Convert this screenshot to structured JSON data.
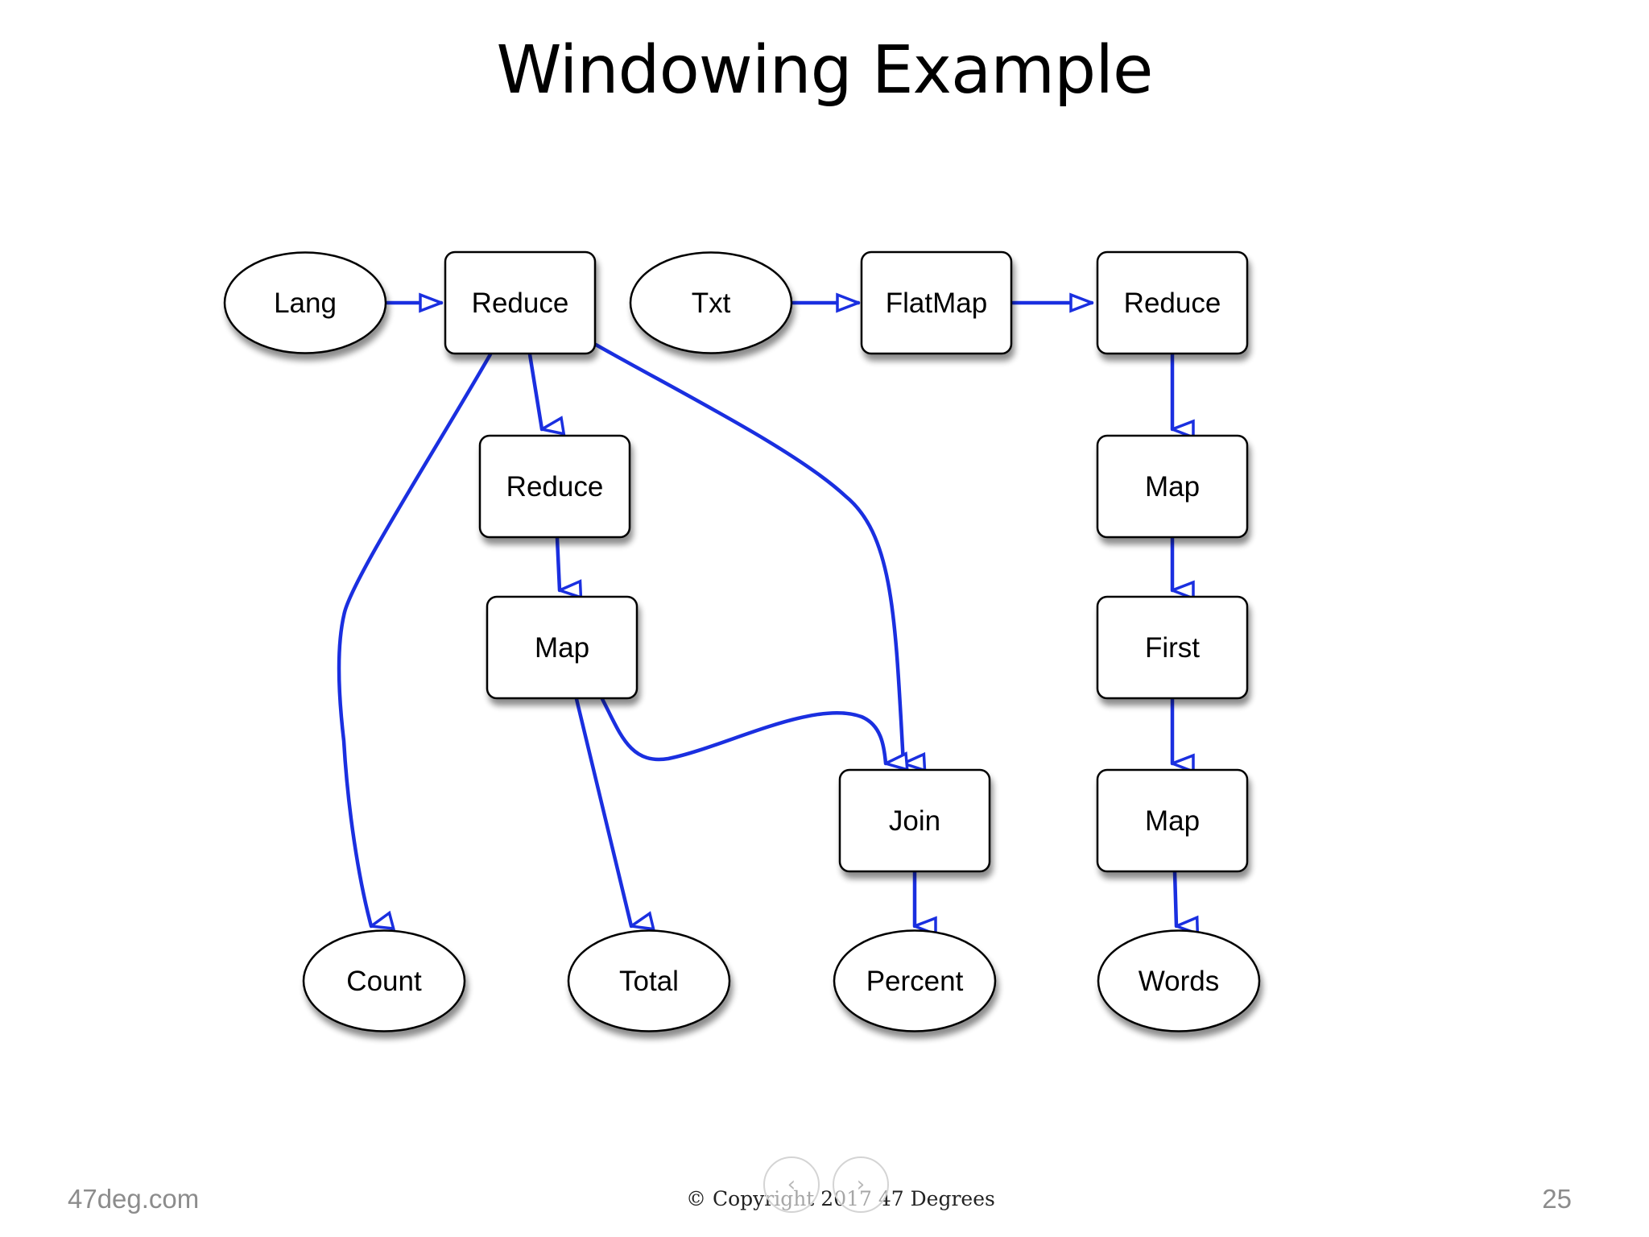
{
  "slide": {
    "title": "Windowing Example",
    "footer_left": "47deg.com",
    "footer_center": "Copyright 2017  47 Degrees",
    "footer_copyright_symbol": "©",
    "page_number": "25"
  },
  "nav": {
    "prev_icon": "chevron-left-icon",
    "next_icon": "chevron-right-icon",
    "prev_glyph": "‹",
    "next_glyph": "›"
  },
  "colors": {
    "edge": "#1a2fe0",
    "node_stroke": "#000000",
    "node_fill": "#ffffff"
  },
  "diagram": {
    "nodes": [
      {
        "id": "lang",
        "label": "Lang",
        "shape": "ellipse"
      },
      {
        "id": "reduce1",
        "label": "Reduce",
        "shape": "box"
      },
      {
        "id": "txt",
        "label": "Txt",
        "shape": "ellipse"
      },
      {
        "id": "flatmap",
        "label": "FlatMap",
        "shape": "box"
      },
      {
        "id": "reduce2",
        "label": "Reduce",
        "shape": "box"
      },
      {
        "id": "reduce3",
        "label": "Reduce",
        "shape": "box"
      },
      {
        "id": "map1",
        "label": "Map",
        "shape": "box"
      },
      {
        "id": "map2",
        "label": "Map",
        "shape": "box"
      },
      {
        "id": "first",
        "label": "First",
        "shape": "box"
      },
      {
        "id": "join",
        "label": "Join",
        "shape": "box"
      },
      {
        "id": "map3",
        "label": "Map",
        "shape": "box"
      },
      {
        "id": "count",
        "label": "Count",
        "shape": "ellipse"
      },
      {
        "id": "total",
        "label": "Total",
        "shape": "ellipse"
      },
      {
        "id": "percent",
        "label": "Percent",
        "shape": "ellipse"
      },
      {
        "id": "words",
        "label": "Words",
        "shape": "ellipse"
      }
    ],
    "edges": [
      {
        "from": "lang",
        "to": "reduce1"
      },
      {
        "from": "txt",
        "to": "flatmap"
      },
      {
        "from": "flatmap",
        "to": "reduce2"
      },
      {
        "from": "reduce1",
        "to": "reduce3"
      },
      {
        "from": "reduce1",
        "to": "count"
      },
      {
        "from": "reduce1",
        "to": "join"
      },
      {
        "from": "reduce3",
        "to": "map1"
      },
      {
        "from": "map1",
        "to": "total"
      },
      {
        "from": "map1",
        "to": "join"
      },
      {
        "from": "reduce2",
        "to": "map2"
      },
      {
        "from": "map2",
        "to": "first"
      },
      {
        "from": "first",
        "to": "map3"
      },
      {
        "from": "map3",
        "to": "words"
      },
      {
        "from": "join",
        "to": "percent"
      }
    ]
  }
}
